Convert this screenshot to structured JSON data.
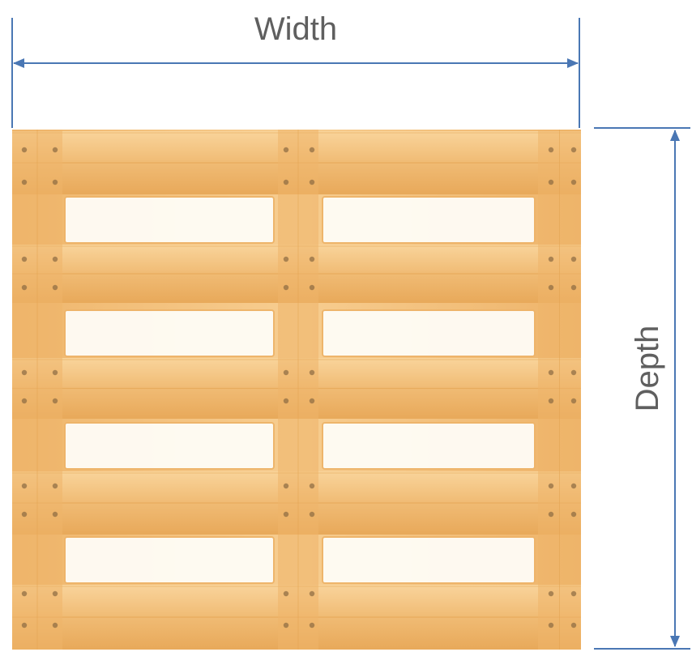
{
  "labels": {
    "width": "Width",
    "depth": "Depth"
  },
  "colors": {
    "dimension_line": "#4a77b4",
    "label_text": "#5f5f5f",
    "wood_light": "#f6c98c",
    "wood_mid": "#eeb46a",
    "wood_dark": "#e3a24f",
    "nail": "#8a6a42",
    "gap": "#fffdf7"
  },
  "pallet": {
    "gap_columns": 2,
    "gap_rows": 4
  }
}
